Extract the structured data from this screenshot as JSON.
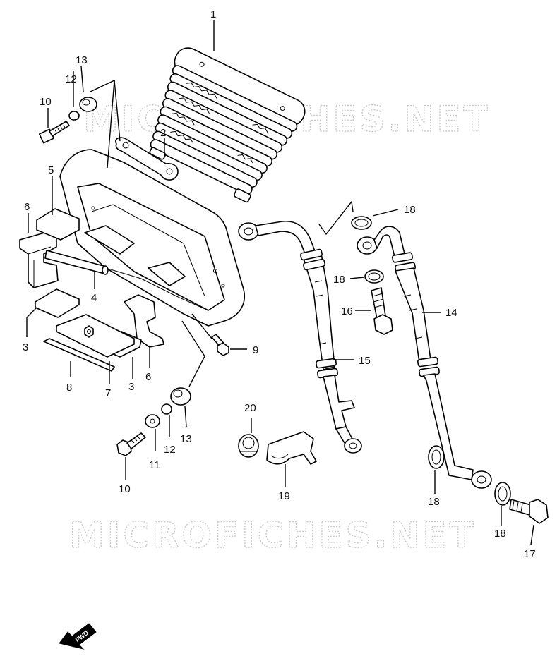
{
  "watermark": {
    "text": "MICROFICHES.NET"
  },
  "fwd_label": "FWD",
  "callouts": [
    {
      "id": "c1",
      "label": "1"
    },
    {
      "id": "c2",
      "label": "2"
    },
    {
      "id": "c3a",
      "label": "3"
    },
    {
      "id": "c3b",
      "label": "3"
    },
    {
      "id": "c4",
      "label": "4"
    },
    {
      "id": "c5",
      "label": "5"
    },
    {
      "id": "c6a",
      "label": "6"
    },
    {
      "id": "c6b",
      "label": "6"
    },
    {
      "id": "c7",
      "label": "7"
    },
    {
      "id": "c8",
      "label": "8"
    },
    {
      "id": "c9",
      "label": "9"
    },
    {
      "id": "c10a",
      "label": "10"
    },
    {
      "id": "c10b",
      "label": "10"
    },
    {
      "id": "c11",
      "label": "11"
    },
    {
      "id": "c12a",
      "label": "12"
    },
    {
      "id": "c12b",
      "label": "12"
    },
    {
      "id": "c13a",
      "label": "13"
    },
    {
      "id": "c13b",
      "label": "13"
    },
    {
      "id": "c14",
      "label": "14"
    },
    {
      "id": "c15",
      "label": "15"
    },
    {
      "id": "c16",
      "label": "16"
    },
    {
      "id": "c17",
      "label": "17"
    },
    {
      "id": "c18a",
      "label": "18"
    },
    {
      "id": "c18b",
      "label": "18"
    },
    {
      "id": "c18c",
      "label": "18"
    },
    {
      "id": "c18d",
      "label": "18"
    },
    {
      "id": "c19",
      "label": "19"
    },
    {
      "id": "c20",
      "label": "20"
    }
  ]
}
